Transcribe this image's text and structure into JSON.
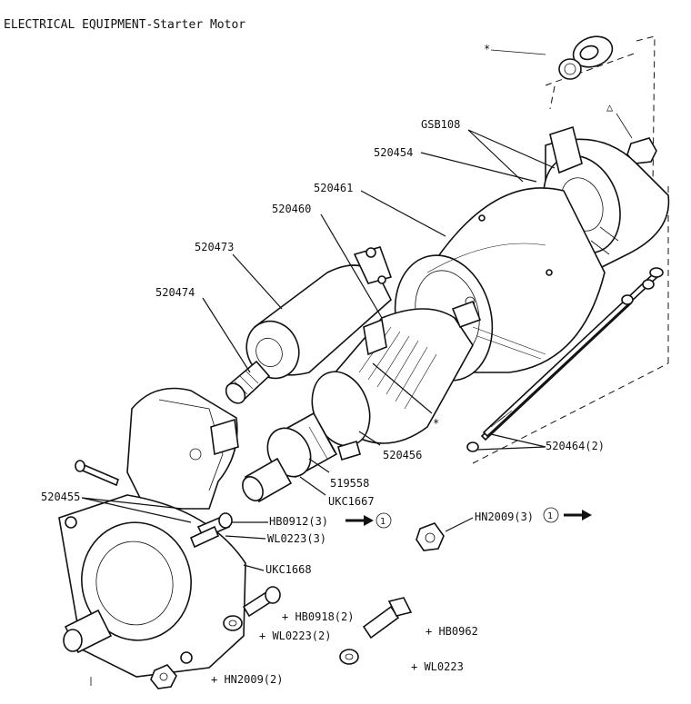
{
  "title": "ELECTRICAL EQUIPMENT-Starter Motor",
  "labels": {
    "star_top": "*",
    "triangle": "△",
    "gsb108": "GSB108",
    "p520454": "520454",
    "p520461": "520461",
    "p520460": "520460",
    "p520473": "520473",
    "p520474": "520474",
    "star_mid": "*",
    "p520456": "520456",
    "p519558": "519558",
    "ukc1667": "UKC1667",
    "p520455": "520455",
    "p520464": "520464(2)",
    "hb0912": "HB0912(3)",
    "wl0223_3": "WL0223(3)",
    "ukc1668": "UKC1668",
    "hn2009_3": "HN2009(3)",
    "hb0918": "+ HB0918(2)",
    "wl0223_2": "+ WL0223(2)",
    "hb0962": "+ HB0962",
    "wl0223": "+ WL0223",
    "hn2009_2": "+ HN2009(2)",
    "ref_circle_1": "1",
    "ref_circle_2": "1"
  }
}
